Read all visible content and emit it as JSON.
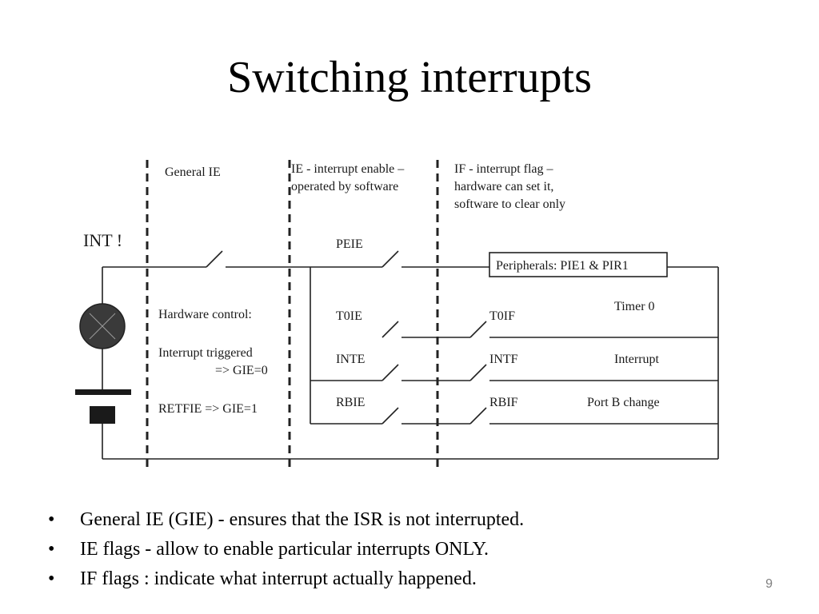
{
  "slide": {
    "title": "Switching interrupts",
    "page_number": "9"
  },
  "diagram": {
    "header_general": "General IE",
    "header_ie_line1": "IE - interrupt enable –",
    "header_ie_line2": "operated by software",
    "header_if_line1": "IF - interrupt flag –",
    "header_if_line2": "hardware can set it,",
    "header_if_line3": "software to clear only",
    "int_label": "INT !",
    "hw_control": "Hardware control:",
    "int_triggered": "Interrupt triggered",
    "gie_zero": "=> GIE=0",
    "retfie": "RETFIE => GIE=1",
    "peie": "PEIE",
    "peripherals": "Peripherals: PIE1 & PIR1",
    "t0ie": "T0IE",
    "t0if": "T0IF",
    "timer0": "Timer 0",
    "inte": "INTE",
    "intf": "INTF",
    "interrupt": "Interrupt",
    "rbie": "RBIE",
    "rbif": "RBIF",
    "portb": "Port B change"
  },
  "bullets": [
    "General IE (GIE) - ensures that the ISR is not interrupted.",
    "IE flags - allow to enable particular interrupts ONLY.",
    "IF flags : indicate what interrupt actually happened."
  ],
  "bullet_glyph": "•"
}
